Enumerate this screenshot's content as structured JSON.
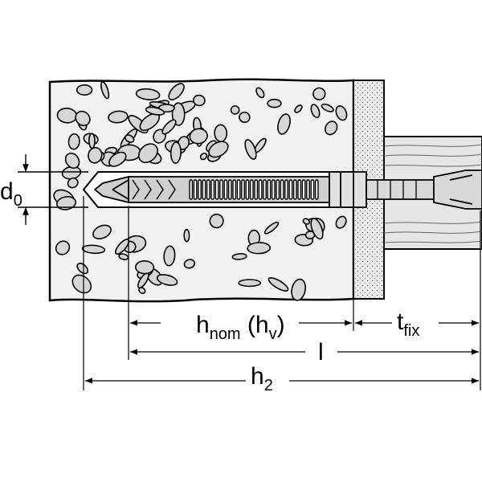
{
  "labels": {
    "d": "d",
    "d_sub": "0",
    "h": "h",
    "h_sub": "nom",
    "hv_open": " (h",
    "hv_sub": "v",
    "hv_close": ")",
    "t": "t",
    "t_sub": "fix",
    "l": "l",
    "h2": "h",
    "h2_sub": "2"
  },
  "colors": {
    "line": "#000000",
    "concrete": "#f2f2f2",
    "stone": "#d6d6d6",
    "plaster": "#e4e4e4",
    "wood": "#e6e6e6",
    "anchor": "#cfcfcf"
  }
}
